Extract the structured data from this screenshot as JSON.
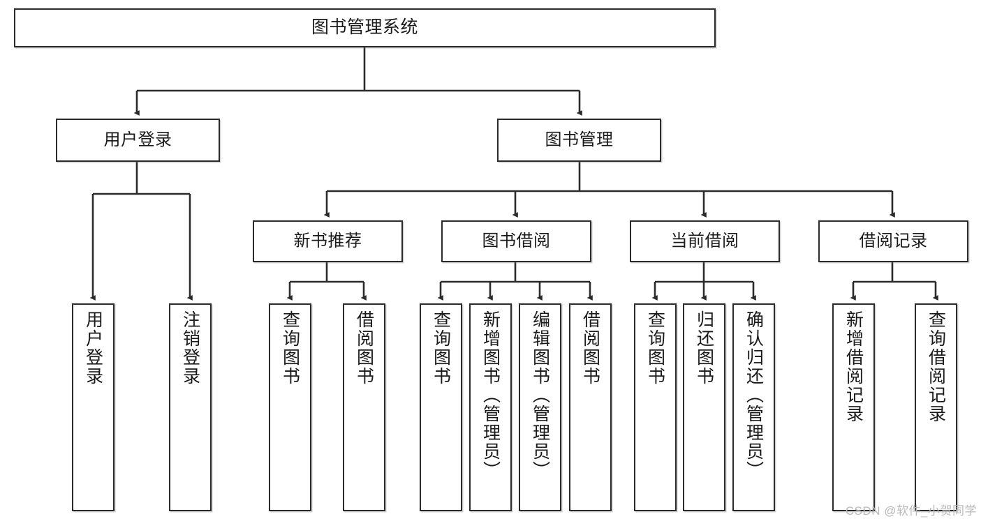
{
  "diagram": {
    "title": "图书管理系统",
    "type": "function-structure-tree",
    "root": {
      "label": "图书管理系统"
    },
    "level2": [
      {
        "label": "用户登录"
      },
      {
        "label": "图书管理"
      }
    ],
    "level3": [
      {
        "label": "新书推荐"
      },
      {
        "label": "图书借阅"
      },
      {
        "label": "当前借阅"
      },
      {
        "label": "借阅记录"
      }
    ],
    "leaves": {
      "user_login": [
        {
          "label": "用户登录"
        },
        {
          "label": "注销登录"
        }
      ],
      "new_book_recommend": [
        {
          "label": "查询图书"
        },
        {
          "label": "借阅图书"
        }
      ],
      "book_borrow": [
        {
          "label": "查询图书"
        },
        {
          "label": "新增图书（管理员）"
        },
        {
          "label": "编辑图书（管理员）"
        },
        {
          "label": "借阅图书"
        }
      ],
      "current_borrow": [
        {
          "label": "查询图书"
        },
        {
          "label": "归还图书"
        },
        {
          "label": "确认归还（管理员）"
        }
      ],
      "borrow_record": [
        {
          "label": "新增借阅记录"
        },
        {
          "label": "查询借阅记录"
        }
      ]
    }
  },
  "watermark": {
    "text": "CSDN @软件_小贺同学"
  },
  "colors": {
    "border": "#2b2b2b",
    "background": "#ffffff",
    "text": "#1a1a1a",
    "watermark": "#b9b9b9"
  }
}
